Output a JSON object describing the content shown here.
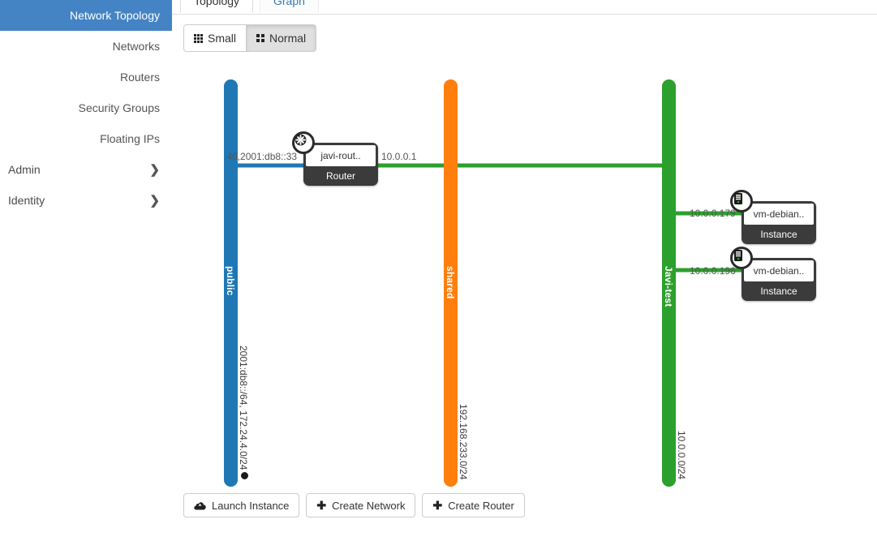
{
  "sidebar": {
    "items": [
      {
        "label": "Network Topology",
        "active": true,
        "type": "link"
      },
      {
        "label": "Networks",
        "active": false,
        "type": "link"
      },
      {
        "label": "Routers",
        "active": false,
        "type": "link"
      },
      {
        "label": "Security Groups",
        "active": false,
        "type": "link"
      },
      {
        "label": "Floating IPs",
        "active": false,
        "type": "link"
      }
    ],
    "groups": [
      {
        "label": "Admin",
        "chevron": "❯"
      },
      {
        "label": "Identity",
        "chevron": "❯"
      }
    ]
  },
  "tabs": [
    {
      "label": "Topology",
      "active": true
    },
    {
      "label": "Graph",
      "active": false
    }
  ],
  "size_toggle": {
    "small": {
      "label": "Small",
      "pressed": false,
      "icon": "grid-3x3-icon"
    },
    "normal": {
      "label": "Normal",
      "pressed": true,
      "icon": "grid-2x2-icon"
    }
  },
  "topology": {
    "networks": [
      {
        "name": "public",
        "subnets": "2001:db8::/64, 172.24.4.0/24",
        "color": "#1f78b4",
        "external": true
      },
      {
        "name": "shared",
        "subnets": "192.168.233.0/24",
        "color": "#ff7f0e",
        "external": false
      },
      {
        "name": "Javi-test",
        "subnets": "10.0.0.0/24",
        "color": "#2ca02c",
        "external": false
      }
    ],
    "router": {
      "name": "javi-rout..",
      "type": "Router",
      "icon": "router-icon",
      "gateway_ip": ".46,2001:db8::33",
      "internal_ip": "10.0.0.1"
    },
    "instances": [
      {
        "name": "vm-debian..",
        "type": "Instance",
        "icon": "server-icon",
        "ip": "10.0.0.179"
      },
      {
        "name": "vm-debian..",
        "type": "Instance",
        "icon": "server-icon",
        "ip": "10.0.0.196"
      }
    ]
  },
  "footer_actions": [
    {
      "label": "Launch Instance",
      "icon": "cloud-upload-icon"
    },
    {
      "label": "Create Network",
      "icon": "plus-icon"
    },
    {
      "label": "Create Router",
      "icon": "plus-icon"
    }
  ]
}
